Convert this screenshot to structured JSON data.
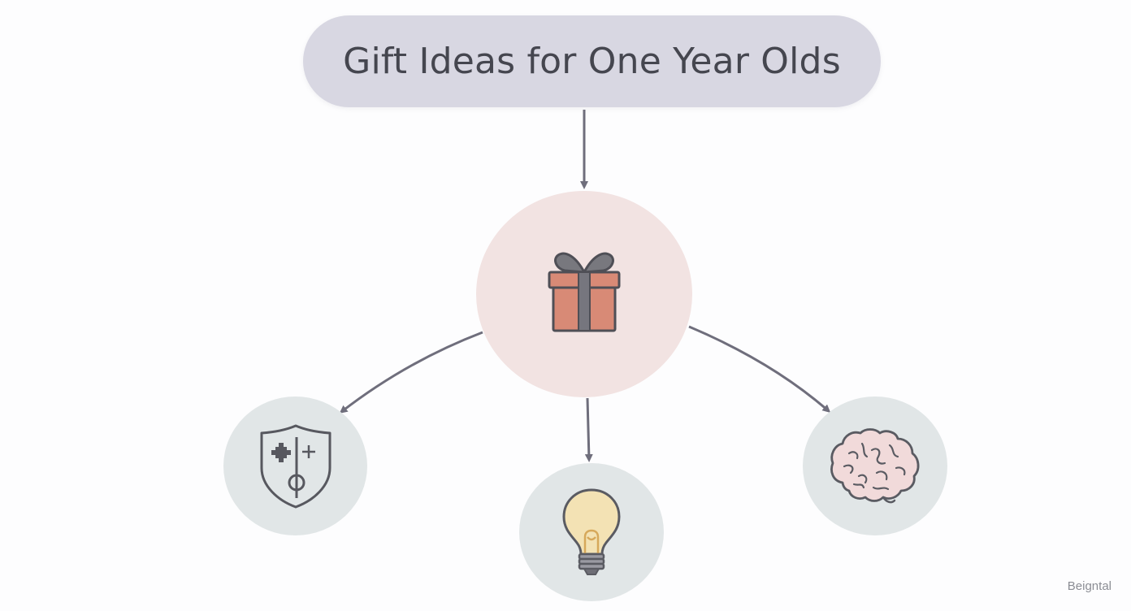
{
  "diagram": {
    "title": "Gift Ideas for One Year Olds",
    "nodes": [
      {
        "id": "center",
        "icon": "gift-icon"
      },
      {
        "id": "left",
        "icon": "shield-icon"
      },
      {
        "id": "bottom",
        "icon": "lightbulb-icon"
      },
      {
        "id": "right",
        "icon": "brain-icon"
      }
    ],
    "edges": [
      {
        "from": "title",
        "to": "center"
      },
      {
        "from": "center",
        "to": "left"
      },
      {
        "from": "center",
        "to": "bottom"
      },
      {
        "from": "center",
        "to": "right"
      }
    ]
  },
  "watermark": "Beigntal",
  "colors": {
    "title_fill": "#d8d7e2",
    "center_fill": "#f2e3e2",
    "leaf_fill": "#e1e6e7",
    "connector": "#6f6e7c",
    "gift_box": "#d88a76",
    "bulb": "#f3e2b4",
    "brain": "#f1dada"
  }
}
